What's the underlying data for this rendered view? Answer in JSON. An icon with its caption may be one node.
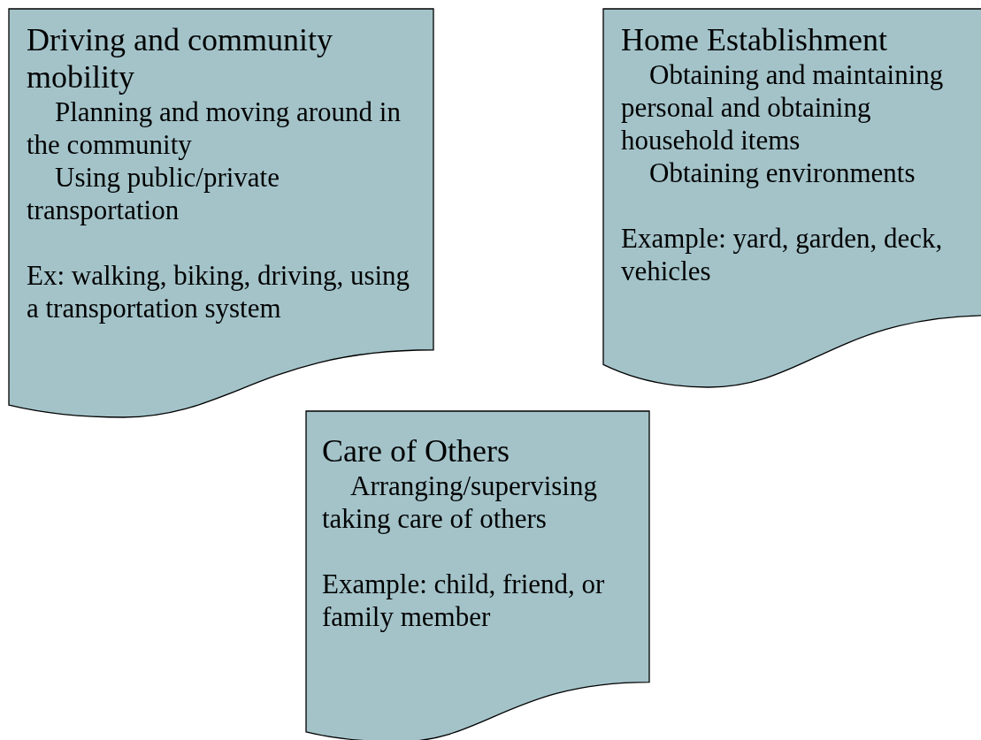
{
  "diagram": {
    "nodes": [
      {
        "text": [
          "Driving and community mobility",
          "Planning and moving around in the community",
          "Using public/private transportation",
          "Ex: walking, biking, driving, using a transportation system"
        ]
      },
      {
        "text": [
          "Home Establishment",
          "Obtaining and maintaining personal and obtaining household items",
          "Obtaining environments",
          "Example: yard, garden, deck, vehicles"
        ]
      },
      {
        "text": [
          "Care of Others",
          "Arranging/supervising taking care of others",
          "Example: child, friend, or family member"
        ]
      }
    ]
  }
}
